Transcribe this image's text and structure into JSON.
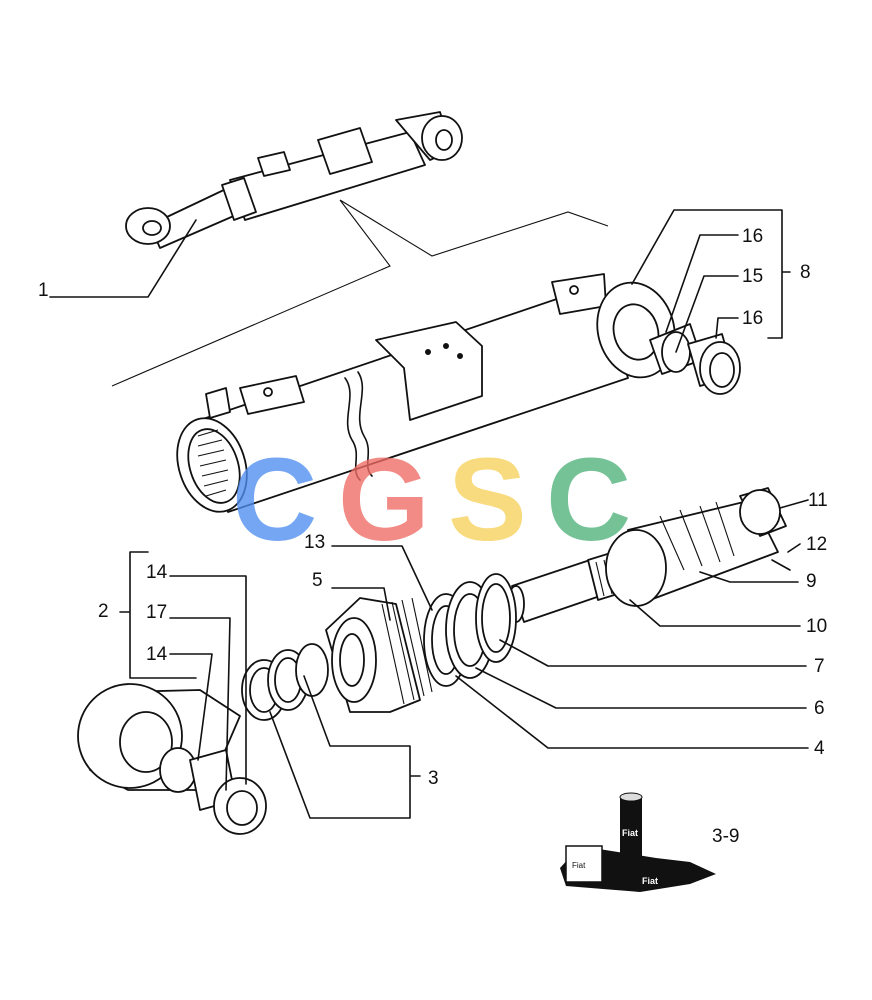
{
  "labels": [
    {
      "id": "p1",
      "text": "1"
    },
    {
      "id": "p2",
      "text": "2"
    },
    {
      "id": "p3",
      "text": "3"
    },
    {
      "id": "p4",
      "text": "4"
    },
    {
      "id": "p5",
      "text": "5"
    },
    {
      "id": "p6",
      "text": "6"
    },
    {
      "id": "p7",
      "text": "7"
    },
    {
      "id": "p8",
      "text": "8"
    },
    {
      "id": "p9",
      "text": "9"
    },
    {
      "id": "p10",
      "text": "10"
    },
    {
      "id": "p11",
      "text": "11"
    },
    {
      "id": "p12",
      "text": "12"
    },
    {
      "id": "p13",
      "text": "13"
    },
    {
      "id": "p14a",
      "text": "14"
    },
    {
      "id": "p14b",
      "text": "14"
    },
    {
      "id": "p15",
      "text": "15"
    },
    {
      "id": "p16a",
      "text": "16"
    },
    {
      "id": "p16b",
      "text": "16"
    },
    {
      "id": "p17",
      "text": "17"
    }
  ],
  "page_code": "3-9",
  "watermark": {
    "letters": [
      {
        "char": "C",
        "color": "#4f8ef0"
      },
      {
        "char": "G",
        "color": "#ef6b64"
      },
      {
        "char": "S",
        "color": "#f6d15a"
      },
      {
        "char": "C",
        "color": "#4fb27b"
      }
    ]
  },
  "brand_marks": {
    "cap_text": "Fiat"
  }
}
